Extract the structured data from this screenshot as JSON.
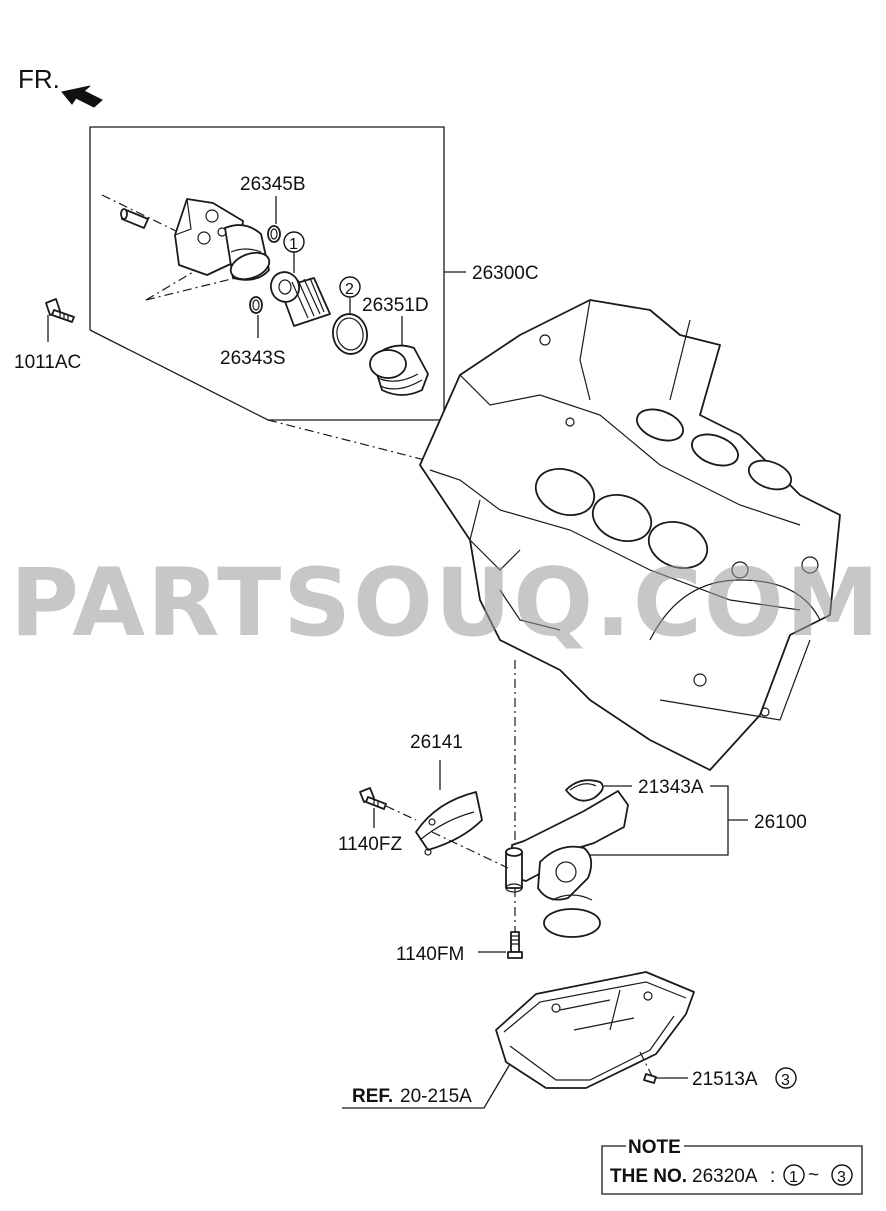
{
  "orientation": {
    "label": "FR."
  },
  "watermark": "PARTSOUQ.COM",
  "callouts": {
    "c1": "1",
    "c2": "2",
    "c3": "3"
  },
  "labels": {
    "p26345B": "26345B",
    "p26300C": "26300C",
    "p26351D": "26351D",
    "p1011AC": "1011AC",
    "p26343S": "26343S",
    "p26141": "26141",
    "p21343A": "21343A",
    "p26100": "26100",
    "p1140FZ": "1140FZ",
    "p1140FM": "1140FM",
    "p21513A": "21513A",
    "ref_prefix": "REF.",
    "ref_value": "20-215A"
  },
  "note": {
    "title": "NOTE",
    "prefix": "THE NO.",
    "part": "26320A",
    "colon": ":",
    "from": "1",
    "tilde": "~",
    "to": "3"
  }
}
